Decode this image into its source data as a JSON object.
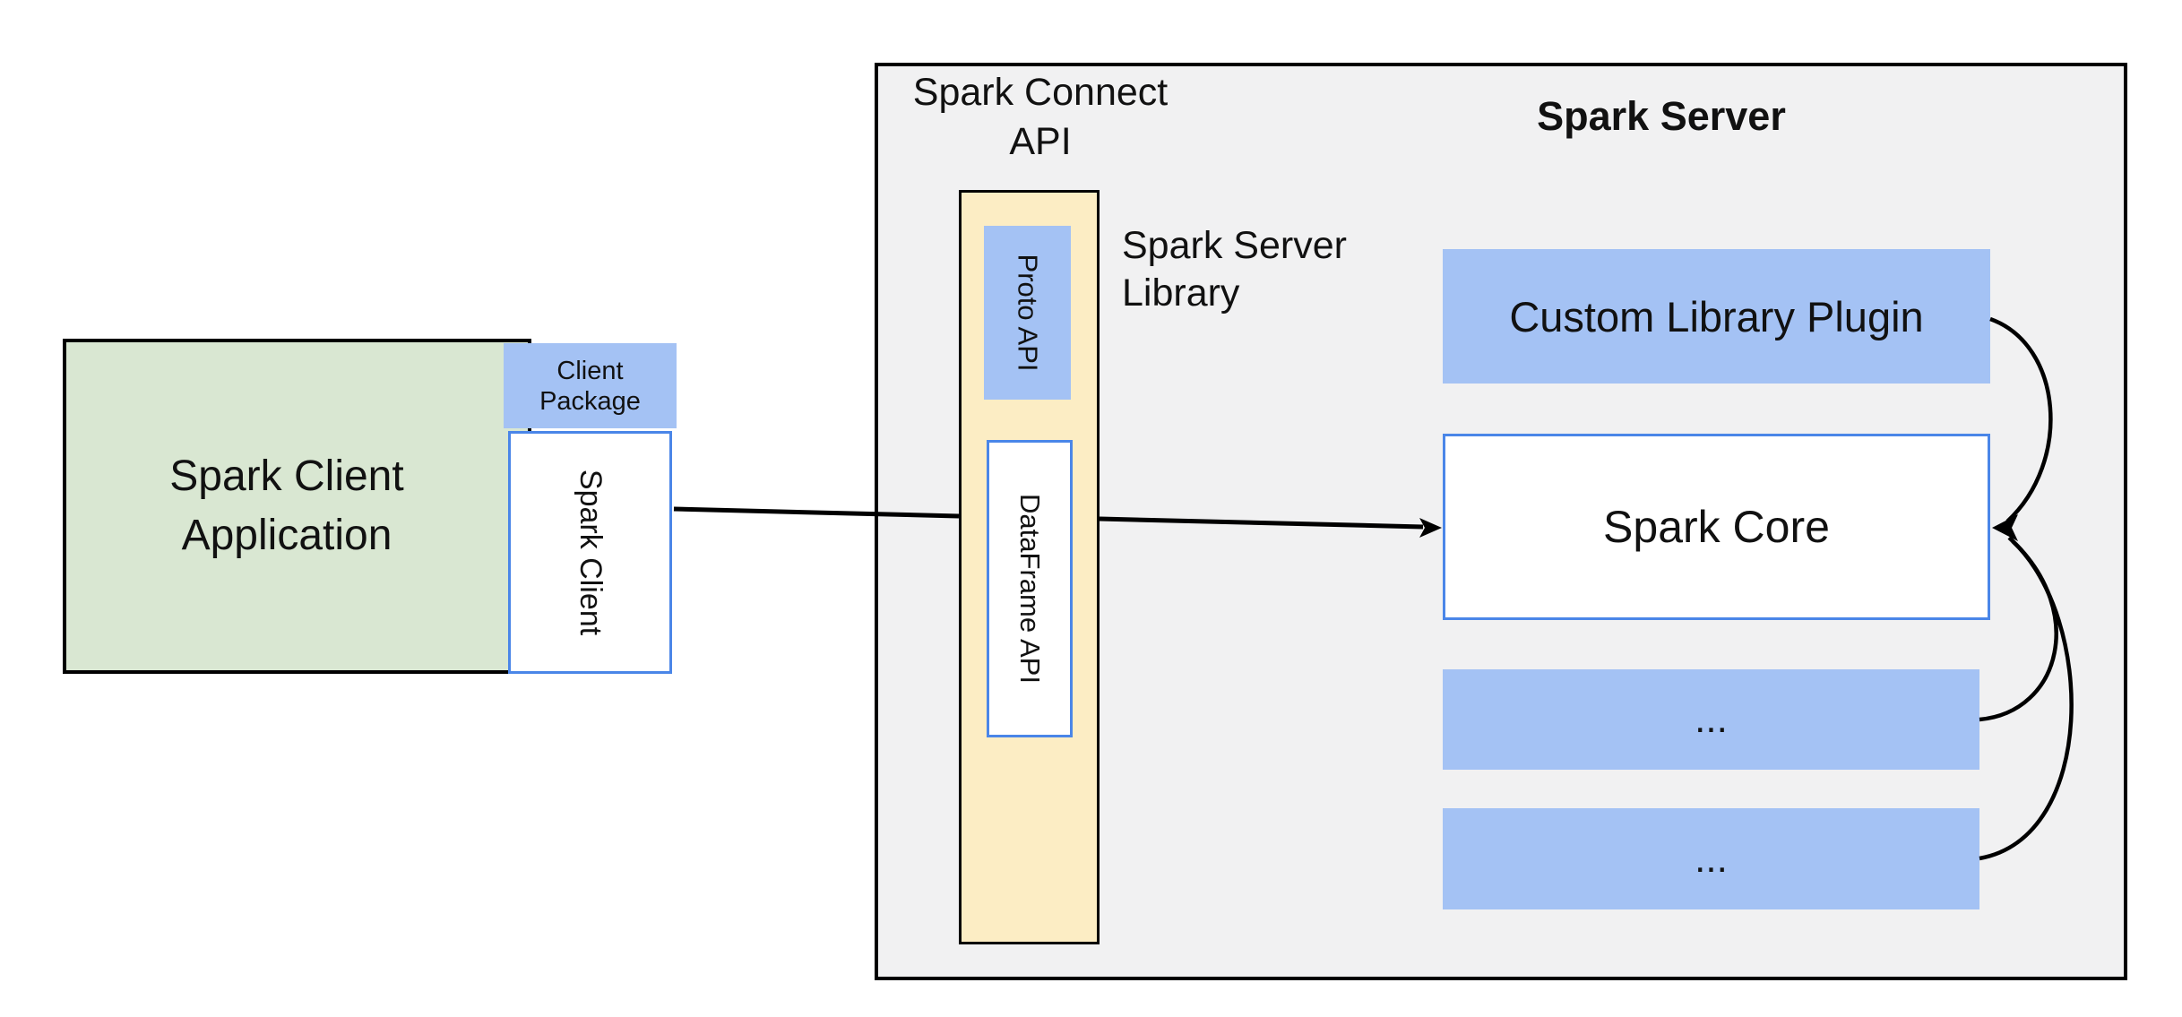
{
  "colors": {
    "green-fill": "#d9e7d2",
    "blue-fill": "#a4c2f4",
    "blue-border": "#4a86e8",
    "yellow-fill": "#fcedc4",
    "gray-fill": "#f1f1f2",
    "line-black": "#000000"
  },
  "client": {
    "application_label": "Spark Client\nApplication",
    "package_label": "Client\nPackage",
    "spark_client_label": "Spark Client"
  },
  "connect": {
    "api_title": "Spark Connect\nAPI",
    "proto_api_label": "Proto API",
    "dataframe_api_label": "DataFrame API",
    "server_library_label": "Spark Server\nLibrary"
  },
  "server": {
    "title": "Spark Server",
    "plugin_label": "Custom Library Plugin",
    "core_label": "Spark Core",
    "ellipsis_box_1": "...",
    "ellipsis_box_2": "..."
  }
}
